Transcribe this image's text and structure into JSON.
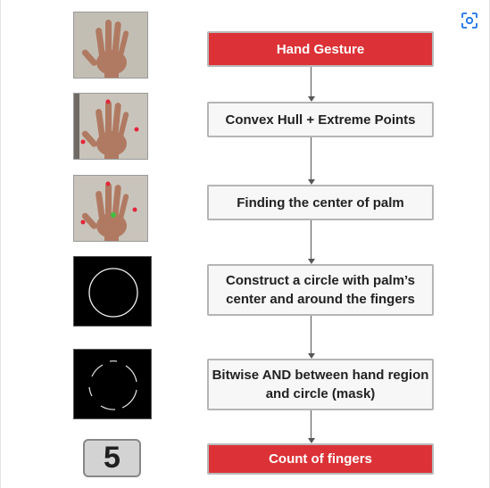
{
  "flow_steps": [
    {
      "label": "Hand Gesture",
      "style": "red"
    },
    {
      "label": "Convex Hull + Extreme Points",
      "style": "white"
    },
    {
      "label": "Finding the center of palm",
      "style": "white"
    },
    {
      "label": "Construct a circle with palm’s center and around the fingers",
      "style": "white"
    },
    {
      "label": "Bitwise AND between hand region and circle (mask)",
      "style": "white"
    },
    {
      "label": "Count of fingers",
      "style": "red"
    }
  ],
  "thumbnails": [
    {
      "name": "hand-photo"
    },
    {
      "name": "hand-extreme-points"
    },
    {
      "name": "hand-palm-center"
    },
    {
      "name": "circle-outline"
    },
    {
      "name": "masked-circle-arcs"
    }
  ],
  "result": {
    "count": "5"
  },
  "icons": {
    "lens": "visual-search-icon"
  },
  "colors": {
    "red_box": "#dc3237",
    "white_box": "#f7f7f7",
    "marker_red": "#e3243b",
    "marker_green": "#3fbf3f",
    "lens_blue": "#1a73e8"
  }
}
